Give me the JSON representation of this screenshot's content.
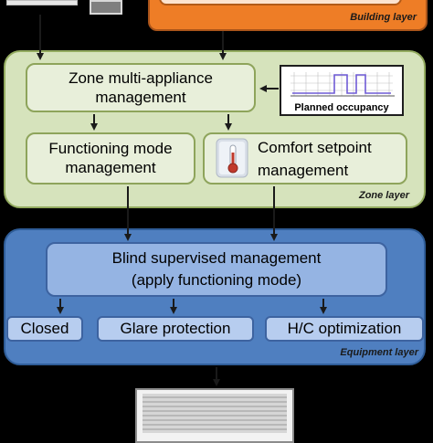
{
  "building": {
    "label": "Building layer"
  },
  "zone": {
    "label": "Zone layer",
    "multi_appliance": [
      "Zone multi-appliance",
      "management"
    ],
    "functioning_mode": [
      "Functioning mode",
      "management"
    ],
    "comfort_setpoint": [
      "Comfort setpoint",
      "management"
    ],
    "planned_occupancy": "Planned occupancy"
  },
  "equipment": {
    "label": "Equipment layer",
    "blind_management": [
      "Blind supervised management",
      "(apply functioning mode)"
    ],
    "modes": [
      "Closed",
      "Glare protection",
      "H/C optimization"
    ]
  },
  "colors": {
    "building": "#ee7d26",
    "zone": "#d6e3bc",
    "equipment": "#4f7fc0",
    "occupancy_signal": "#6f5bd6"
  },
  "icons": [
    "thermometer-icon"
  ]
}
